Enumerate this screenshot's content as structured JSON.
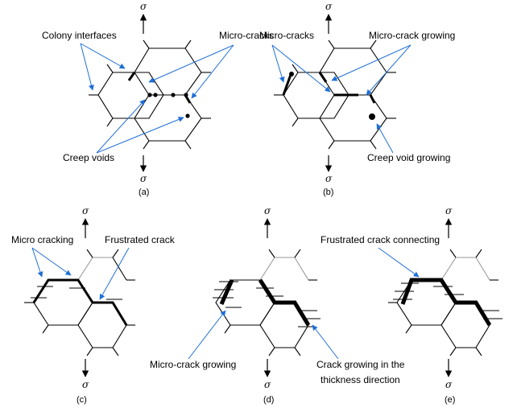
{
  "sigma": "σ",
  "panels": [
    {
      "caption": "(a)"
    },
    {
      "caption": "(b)"
    },
    {
      "caption": "(c)"
    },
    {
      "caption": "(d)"
    },
    {
      "caption": "(e)"
    }
  ],
  "labels": {
    "a_colony_interfaces": "Colony interfaces",
    "a_micro_cracks": "Micro-cracks",
    "a_creep_voids": "Creep voids",
    "b_micro_crack_growing": "Micro-crack growing",
    "b_creep_void_growing": "Creep void growing",
    "c_micro_cracking": "Micro cracking",
    "c_frustrated_crack": "Frustrated crack",
    "d_micro_crack_growing": "Micro-crack growing",
    "d_crack_growing_line1": "Crack growing in the",
    "d_crack_growing_line2": "thickness direction",
    "e_frustrated_crack_connecting": "Frustrated crack connecting"
  },
  "colors": {
    "line": "#000000",
    "leader": "#1f6fd6",
    "light_edge": "#9a9a9a"
  }
}
